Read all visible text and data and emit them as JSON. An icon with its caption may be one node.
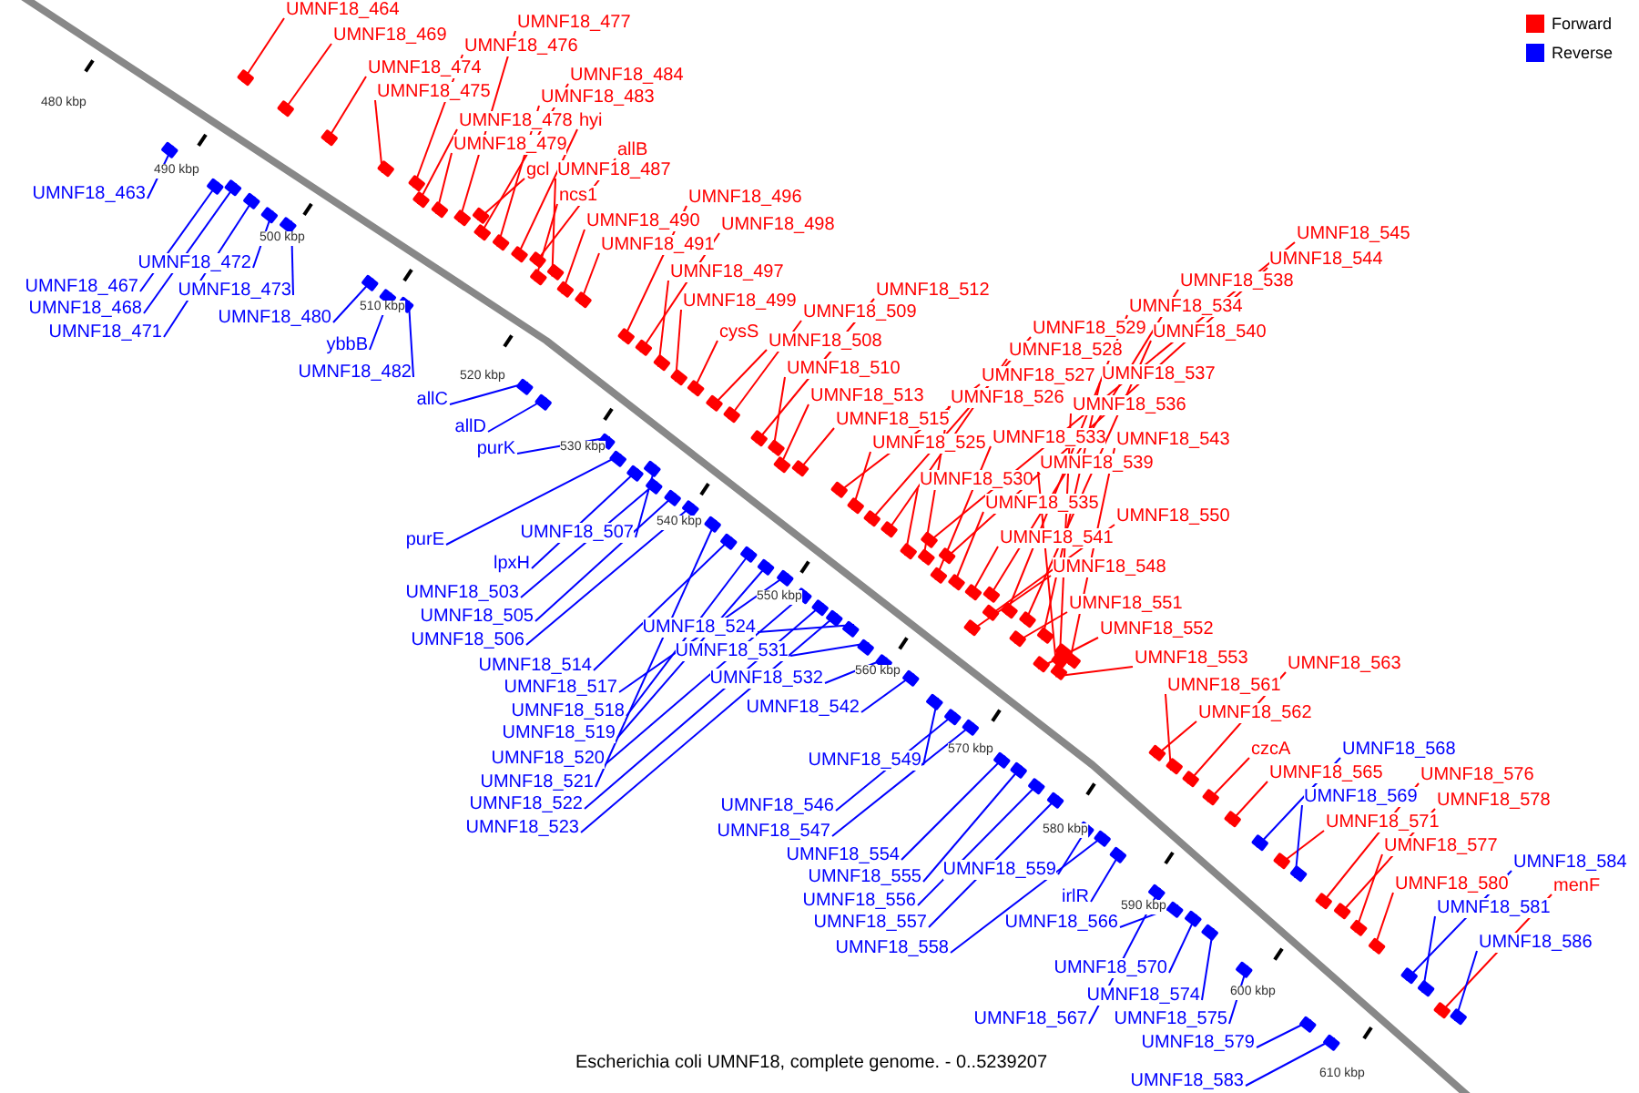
{
  "diagram": {
    "caption": "Escherichia coli UMNF18, complete genome. - 0..5239207",
    "nodes": [
      {
        "text": [
          "UMNF18_464"
        ]
      },
      {
        "text": [
          "UMNF18_469"
        ]
      },
      {
        "text": [
          "UMNF18_474"
        ]
      },
      {
        "text": [
          "UMNF18_475"
        ]
      },
      {
        "text": [
          "UMNF18_477"
        ]
      },
      {
        "text": [
          "UMNF18_476"
        ]
      },
      {
        "text": [
          "UMNF18_484"
        ]
      },
      {
        "text": [
          "UMNF18_483"
        ]
      },
      {
        "text": [
          "UMNF18_478"
        ]
      },
      {
        "text": [
          "hyi"
        ]
      },
      {
        "text": [
          "UMNF18_479"
        ]
      },
      {
        "text": [
          "allB"
        ]
      },
      {
        "text": [
          "gcl"
        ]
      },
      {
        "text": [
          "UMNF18_487"
        ]
      },
      {
        "text": [
          "ncs1"
        ]
      },
      {
        "text": [
          "UMNF18_490"
        ]
      },
      {
        "text": [
          "UMNF18_491"
        ]
      },
      {
        "text": [
          "UMNF18_496"
        ]
      },
      {
        "text": [
          "UMNF18_498"
        ]
      },
      {
        "text": [
          "UMNF18_497"
        ]
      },
      {
        "text": [
          "UMNF18_499"
        ]
      },
      {
        "text": [
          "cysS"
        ]
      },
      {
        "text": [
          "UMNF18_512"
        ]
      },
      {
        "text": [
          "UMNF18_509"
        ]
      },
      {
        "text": [
          "UMNF18_508"
        ]
      },
      {
        "text": [
          "UMNF18_510"
        ]
      },
      {
        "text": [
          "UMNF18_513"
        ]
      },
      {
        "text": [
          "UMNF18_515"
        ]
      },
      {
        "text": [
          "UMNF18_525"
        ]
      },
      {
        "text": [
          "UMNF18_530"
        ]
      },
      {
        "text": [
          "UMNF18_529"
        ]
      },
      {
        "text": [
          "UMNF18_528"
        ]
      },
      {
        "text": [
          "UMNF18_527"
        ]
      },
      {
        "text": [
          "UMNF18_526"
        ]
      },
      {
        "text": [
          "UMNF18_533"
        ]
      },
      {
        "text": [
          "UMNF18_535"
        ]
      },
      {
        "text": [
          "UMNF18_541"
        ]
      },
      {
        "text": [
          "UMNF18_548"
        ]
      },
      {
        "text": [
          "UMNF18_551"
        ]
      },
      {
        "text": [
          "UMNF18_552"
        ]
      },
      {
        "text": [
          "UMNF18_553"
        ]
      },
      {
        "text": [
          "UMNF18_545"
        ]
      },
      {
        "text": [
          "UMNF18_544"
        ]
      },
      {
        "text": [
          "UMNF18_538"
        ]
      },
      {
        "text": [
          "UMNF18_534"
        ]
      },
      {
        "text": [
          "UMNF18_540"
        ]
      },
      {
        "text": [
          "UMNF18_537"
        ]
      },
      {
        "text": [
          "UMNF18_536"
        ]
      },
      {
        "text": [
          "UMNF18_543"
        ]
      },
      {
        "text": [
          "UMNF18_539"
        ]
      },
      {
        "text": [
          "UMNF18_550"
        ]
      },
      {
        "text": [
          "UMNF18_563"
        ]
      },
      {
        "text": [
          "UMNF18_561"
        ]
      },
      {
        "text": [
          "UMNF18_562"
        ]
      },
      {
        "text": [
          "czcA"
        ]
      },
      {
        "text": [
          "UMNF18_565"
        ]
      },
      {
        "text": [
          "UMNF18_576"
        ]
      },
      {
        "text": [
          "UMNF18_578"
        ]
      },
      {
        "text": [
          "UMNF18_571"
        ]
      },
      {
        "text": [
          "UMNF18_577"
        ]
      },
      {
        "text": [
          "UMNF18_580"
        ]
      },
      {
        "text": [
          "menF"
        ]
      },
      {
        "text": [
          "UMNF18_568"
        ]
      },
      {
        "text": [
          "UMNF18_569"
        ]
      },
      {
        "text": [
          "UMNF18_584"
        ]
      },
      {
        "text": [
          "UMNF18_581"
        ]
      },
      {
        "text": [
          "UMNF18_586"
        ]
      },
      {
        "text": [
          "UMNF18_463"
        ]
      },
      {
        "text": [
          "UMNF18_467"
        ]
      },
      {
        "text": [
          "UMNF18_468"
        ]
      },
      {
        "text": [
          "UMNF18_471"
        ]
      },
      {
        "text": [
          "UMNF18_472"
        ]
      },
      {
        "text": [
          "UMNF18_473"
        ]
      },
      {
        "text": [
          "UMNF18_480"
        ]
      },
      {
        "text": [
          "ybbB"
        ]
      },
      {
        "text": [
          "UMNF18_482"
        ]
      },
      {
        "text": [
          "allC"
        ]
      },
      {
        "text": [
          "allD"
        ]
      },
      {
        "text": [
          "purK"
        ]
      },
      {
        "text": [
          "purE"
        ]
      },
      {
        "text": [
          "UMNF18_507"
        ]
      },
      {
        "text": [
          "lpxH"
        ]
      },
      {
        "text": [
          "UMNF18_503"
        ]
      },
      {
        "text": [
          "UMNF18_505"
        ]
      },
      {
        "text": [
          "UMNF18_506"
        ]
      },
      {
        "text": [
          "UMNF18_514"
        ]
      },
      {
        "text": [
          "UMNF18_517"
        ]
      },
      {
        "text": [
          "UMNF18_518"
        ]
      },
      {
        "text": [
          "UMNF18_519"
        ]
      },
      {
        "text": [
          "UMNF18_520"
        ]
      },
      {
        "text": [
          "UMNF18_521"
        ]
      },
      {
        "text": [
          "UMNF18_522"
        ]
      },
      {
        "text": [
          "UMNF18_523"
        ]
      },
      {
        "text": [
          "UMNF18_524"
        ]
      },
      {
        "text": [
          "UMNF18_531"
        ]
      },
      {
        "text": [
          "UMNF18_532"
        ]
      },
      {
        "text": [
          "UMNF18_542"
        ]
      },
      {
        "text": [
          "UMNF18_549"
        ]
      },
      {
        "text": [
          "UMNF18_546"
        ]
      },
      {
        "text": [
          "UMNF18_547"
        ]
      },
      {
        "text": [
          "UMNF18_554"
        ]
      },
      {
        "text": [
          "UMNF18_555"
        ]
      },
      {
        "text": [
          "UMNF18_556"
        ]
      },
      {
        "text": [
          "UMNF18_557"
        ]
      },
      {
        "text": [
          "UMNF18_559"
        ]
      },
      {
        "text": [
          "UMNF18_558"
        ]
      },
      {
        "text": [
          "irlR"
        ]
      },
      {
        "text": [
          "UMNF18_566"
        ]
      },
      {
        "text": [
          "UMNF18_570"
        ]
      },
      {
        "text": [
          "UMNF18_574"
        ]
      },
      {
        "text": [
          "UMNF18_567"
        ]
      },
      {
        "text": [
          "UMNF18_575"
        ]
      },
      {
        "text": [
          "UMNF18_579"
        ]
      },
      {
        "text": [
          "UMNF18_583"
        ]
      },
      {
        "text": [],
        "shape": "box"
      },
      {
        "text": [],
        "shape": "box"
      },
      {
        "text": [],
        "shape": "box"
      },
      {
        "text": [],
        "shape": "box"
      },
      {
        "text": [],
        "shape": "box"
      },
      {
        "text": [],
        "shape": "box"
      },
      {
        "text": [],
        "shape": "box"
      },
      {
        "text": [],
        "shape": "box"
      },
      {
        "text": [],
        "shape": "box"
      },
      {
        "text": [],
        "shape": "box"
      },
      {
        "text": [],
        "shape": "box"
      },
      {
        "text": [],
        "shape": "box"
      },
      {
        "text": [],
        "shape": "box"
      },
      {
        "text": [],
        "shape": "box"
      },
      {
        "text": [],
        "shape": "box"
      },
      {
        "text": [],
        "shape": "box"
      },
      {
        "text": [],
        "shape": "box"
      },
      {
        "text": [],
        "shape": "box"
      },
      {
        "text": [],
        "shape": "box"
      },
      {
        "text": [],
        "shape": "box"
      },
      {
        "text": [],
        "shape": "box"
      },
      {
        "text": [],
        "shape": "box"
      },
      {
        "text": [],
        "shape": "box"
      },
      {
        "text": [],
        "shape": "box"
      },
      {
        "text": [],
        "shape": "box"
      },
      {
        "text": [],
        "shape": "box"
      },
      {
        "text": [],
        "shape": "box"
      },
      {
        "text": [],
        "shape": "box"
      },
      {
        "text": [],
        "shape": "box"
      },
      {
        "text": [],
        "shape": "box"
      },
      {
        "text": [],
        "shape": "box"
      },
      {
        "text": [],
        "shape": "box"
      },
      {
        "text": [],
        "shape": "box"
      },
      {
        "text": [],
        "shape": "box"
      },
      {
        "text": [],
        "shape": "box"
      },
      {
        "text": [],
        "shape": "box"
      },
      {
        "text": [],
        "shape": "box"
      },
      {
        "text": [],
        "shape": "box"
      },
      {
        "text": [],
        "shape": "box"
      },
      {
        "text": [],
        "shape": "box"
      },
      {
        "text": [],
        "shape": "box"
      },
      {
        "text": [],
        "shape": "box"
      },
      {
        "text": [],
        "shape": "box"
      },
      {
        "text": [],
        "shape": "box"
      },
      {
        "text": [],
        "shape": "box"
      },
      {
        "text": [],
        "shape": "box"
      },
      {
        "text": [],
        "shape": "box"
      },
      {
        "text": [],
        "shape": "box"
      },
      {
        "text": [],
        "shape": "box"
      },
      {
        "text": [],
        "shape": "box"
      },
      {
        "text": [],
        "shape": "box"
      },
      {
        "text": [],
        "shape": "box"
      },
      {
        "text": [],
        "shape": "box"
      },
      {
        "text": [],
        "shape": "box"
      },
      {
        "text": [],
        "shape": "box"
      },
      {
        "text": [],
        "shape": "box"
      },
      {
        "text": [],
        "shape": "box"
      },
      {
        "text": [],
        "shape": "box"
      },
      {
        "text": [],
        "shape": "box"
      },
      {
        "text": [],
        "shape": "box"
      },
      {
        "text": [],
        "shape": "box"
      },
      {
        "text": [],
        "shape": "box"
      },
      {
        "text": [],
        "shape": "box"
      },
      {
        "text": [],
        "shape": "box"
      },
      {
        "text": [],
        "shape": "box"
      },
      {
        "text": [],
        "shape": "box"
      },
      {
        "text": [],
        "shape": "box"
      },
      {
        "text": [],
        "shape": "box"
      },
      {
        "text": [],
        "shape": "box"
      },
      {
        "text": [],
        "shape": "box"
      },
      {
        "text": [],
        "shape": "box"
      },
      {
        "text": [],
        "shape": "box"
      },
      {
        "text": [],
        "shape": "box"
      },
      {
        "text": [],
        "shape": "box"
      },
      {
        "text": [],
        "shape": "box"
      },
      {
        "text": [],
        "shape": "box"
      },
      {
        "text": [],
        "shape": "box"
      },
      {
        "text": [],
        "shape": "box"
      },
      {
        "text": [],
        "shape": "box"
      },
      {
        "text": [],
        "shape": "box"
      },
      {
        "text": [],
        "shape": "box"
      },
      {
        "text": [],
        "shape": "box"
      },
      {
        "text": [],
        "shape": "box"
      },
      {
        "text": [],
        "shape": "box"
      },
      {
        "text": [],
        "shape": "box"
      },
      {
        "text": [],
        "shape": "box"
      },
      {
        "text": [],
        "shape": "box"
      },
      {
        "text": [],
        "shape": "box"
      },
      {
        "text": [],
        "shape": "box"
      },
      {
        "text": [],
        "shape": "box"
      },
      {
        "text": [],
        "shape": "box"
      },
      {
        "text": [],
        "shape": "box"
      },
      {
        "text": [],
        "shape": "box"
      },
      {
        "text": [],
        "shape": "box"
      },
      {
        "text": [],
        "shape": "box"
      },
      {
        "text": [],
        "shape": "box"
      },
      {
        "text": [],
        "shape": "box"
      },
      {
        "text": [],
        "shape": "box"
      },
      {
        "text": [],
        "shape": "box"
      },
      {
        "text": [],
        "shape": "box"
      },
      {
        "text": [],
        "shape": "box"
      },
      {
        "text": [],
        "shape": "box"
      },
      {
        "text": [],
        "shape": "box"
      },
      {
        "text": [],
        "shape": "box"
      },
      {
        "text": [],
        "shape": "box"
      },
      {
        "text": [],
        "shape": "box"
      },
      {
        "text": [],
        "shape": "box"
      },
      {
        "text": [],
        "shape": "box"
      },
      {
        "text": [],
        "shape": "box"
      },
      {
        "text": [],
        "shape": "box"
      },
      {
        "text": [],
        "shape": "box"
      },
      {
        "text": [],
        "shape": "box"
      },
      {
        "text": [],
        "shape": "box"
      },
      {
        "text": [],
        "shape": "box"
      }
    ],
    "edges": [
      {
        "from": 0,
        "to": 114,
        "arrow": "none"
      },
      {
        "from": 1,
        "to": 115,
        "arrow": "none"
      },
      {
        "from": 2,
        "to": 116,
        "arrow": "none"
      },
      {
        "from": 3,
        "to": 117,
        "arrow": "none"
      },
      {
        "from": 4,
        "to": 118,
        "arrow": "none"
      },
      {
        "from": 5,
        "to": 119,
        "arrow": "none"
      },
      {
        "from": 6,
        "to": 120,
        "arrow": "none"
      },
      {
        "from": 7,
        "to": 121,
        "arrow": "none"
      },
      {
        "from": 8,
        "to": 122,
        "arrow": "none"
      },
      {
        "from": 9,
        "to": 123,
        "arrow": "none"
      },
      {
        "from": 10,
        "to": 124,
        "arrow": "none"
      },
      {
        "from": 11,
        "to": 125,
        "arrow": "none"
      },
      {
        "from": 12,
        "to": 126,
        "arrow": "none"
      },
      {
        "from": 13,
        "to": 127,
        "arrow": "none"
      },
      {
        "from": 14,
        "to": 128,
        "arrow": "none"
      },
      {
        "from": 15,
        "to": 129,
        "arrow": "none"
      },
      {
        "from": 16,
        "to": 130,
        "arrow": "none"
      },
      {
        "from": 17,
        "to": 131,
        "arrow": "none"
      },
      {
        "from": 18,
        "to": 132,
        "arrow": "none"
      },
      {
        "from": 19,
        "to": 133,
        "arrow": "none"
      },
      {
        "from": 20,
        "to": 134,
        "arrow": "none"
      },
      {
        "from": 21,
        "to": 135,
        "arrow": "none"
      },
      {
        "from": 22,
        "to": 136,
        "arrow": "none"
      },
      {
        "from": 23,
        "to": 137,
        "arrow": "none"
      },
      {
        "from": 24,
        "to": 138,
        "arrow": "none"
      },
      {
        "from": 25,
        "to": 139,
        "arrow": "none"
      },
      {
        "from": 26,
        "to": 140,
        "arrow": "none"
      },
      {
        "from": 27,
        "to": 141,
        "arrow": "none"
      },
      {
        "from": 28,
        "to": 142,
        "arrow": "none"
      },
      {
        "from": 29,
        "to": 143,
        "arrow": "none"
      },
      {
        "from": 30,
        "to": 144,
        "arrow": "none"
      },
      {
        "from": 31,
        "to": 145,
        "arrow": "none"
      },
      {
        "from": 32,
        "to": 146,
        "arrow": "none"
      },
      {
        "from": 33,
        "to": 147,
        "arrow": "none"
      },
      {
        "from": 34,
        "to": 148,
        "arrow": "none"
      },
      {
        "from": 35,
        "to": 149,
        "arrow": "none"
      },
      {
        "from": 36,
        "to": 150,
        "arrow": "none"
      },
      {
        "from": 37,
        "to": 151,
        "arrow": "none"
      },
      {
        "from": 38,
        "to": 152,
        "arrow": "none"
      },
      {
        "from": 39,
        "to": 153,
        "arrow": "none"
      },
      {
        "from": 40,
        "to": 154,
        "arrow": "none"
      },
      {
        "from": 41,
        "to": 155,
        "arrow": "none"
      },
      {
        "from": 42,
        "to": 156,
        "arrow": "none"
      },
      {
        "from": 43,
        "to": 157,
        "arrow": "none"
      },
      {
        "from": 44,
        "to": 158,
        "arrow": "none"
      },
      {
        "from": 45,
        "to": 159,
        "arrow": "none"
      },
      {
        "from": 46,
        "to": 160,
        "arrow": "none"
      },
      {
        "from": 47,
        "to": 161,
        "arrow": "none"
      },
      {
        "from": 48,
        "to": 162,
        "arrow": "none"
      },
      {
        "from": 49,
        "to": 163,
        "arrow": "none"
      },
      {
        "from": 50,
        "to": 164,
        "arrow": "none"
      },
      {
        "from": 51,
        "to": 165,
        "arrow": "none"
      },
      {
        "from": 52,
        "to": 166,
        "arrow": "none"
      },
      {
        "from": 53,
        "to": 167,
        "arrow": "none"
      },
      {
        "from": 54,
        "to": 168,
        "arrow": "none"
      },
      {
        "from": 55,
        "to": 169,
        "arrow": "none"
      },
      {
        "from": 56,
        "to": 170,
        "arrow": "none"
      },
      {
        "from": 57,
        "to": 171,
        "arrow": "none"
      },
      {
        "from": 58,
        "to": 172,
        "arrow": "none"
      },
      {
        "from": 59,
        "to": 173,
        "arrow": "none"
      },
      {
        "from": 60,
        "to": 174,
        "arrow": "none"
      },
      {
        "from": 61,
        "to": 175,
        "arrow": "none"
      },
      {
        "from": 62,
        "to": 176,
        "arrow": "none",
        "color": "#0000ff"
      },
      {
        "from": 63,
        "to": 177,
        "arrow": "none",
        "color": "#0000ff"
      },
      {
        "from": 64,
        "to": 178,
        "arrow": "none",
        "color": "#0000ff"
      },
      {
        "from": 65,
        "to": 179,
        "arrow": "none",
        "color": "#0000ff"
      },
      {
        "from": 66,
        "to": 180,
        "arrow": "none",
        "color": "#0000ff"
      },
      {
        "from": 67,
        "to": 181,
        "arrow": "none",
        "color": "#0000ff"
      },
      {
        "from": 68,
        "to": 182,
        "arrow": "none",
        "color": "#0000ff"
      },
      {
        "from": 69,
        "to": 183,
        "arrow": "none",
        "color": "#0000ff"
      },
      {
        "from": 70,
        "to": 184,
        "arrow": "none",
        "color": "#0000ff"
      },
      {
        "from": 71,
        "to": 185,
        "arrow": "none",
        "color": "#0000ff"
      },
      {
        "from": 72,
        "to": 186,
        "arrow": "none",
        "color": "#0000ff"
      },
      {
        "from": 73,
        "to": 187,
        "arrow": "none",
        "color": "#0000ff"
      },
      {
        "from": 74,
        "to": 188,
        "arrow": "none",
        "color": "#0000ff"
      },
      {
        "from": 75,
        "to": 189,
        "arrow": "none",
        "color": "#0000ff"
      },
      {
        "from": 76,
        "to": 190,
        "arrow": "none",
        "color": "#0000ff"
      },
      {
        "from": 77,
        "to": 191,
        "arrow": "none",
        "color": "#0000ff"
      },
      {
        "from": 78,
        "to": 192,
        "arrow": "none",
        "color": "#0000ff"
      },
      {
        "from": 79,
        "to": 193,
        "arrow": "none",
        "color": "#0000ff"
      },
      {
        "from": 80,
        "to": 194,
        "arrow": "none",
        "color": "#0000ff"
      },
      {
        "from": 81,
        "to": 195,
        "arrow": "none",
        "color": "#0000ff"
      },
      {
        "from": 82,
        "to": 196,
        "arrow": "none",
        "color": "#0000ff"
      },
      {
        "from": 83,
        "to": 197,
        "arrow": "none",
        "color": "#0000ff"
      },
      {
        "from": 84,
        "to": 198,
        "arrow": "none",
        "color": "#0000ff"
      },
      {
        "from": 85,
        "to": 199,
        "arrow": "none",
        "color": "#0000ff"
      },
      {
        "from": 86,
        "to": 200,
        "arrow": "none",
        "color": "#0000ff"
      },
      {
        "from": 87,
        "to": 201,
        "arrow": "none",
        "color": "#0000ff"
      },
      {
        "from": 88,
        "to": 202,
        "arrow": "none",
        "color": "#0000ff"
      },
      {
        "from": 89,
        "to": 203,
        "arrow": "none",
        "color": "#0000ff"
      },
      {
        "from": 90,
        "to": 204,
        "arrow": "none",
        "color": "#0000ff"
      },
      {
        "from": 91,
        "to": 205,
        "arrow": "none",
        "color": "#0000ff"
      },
      {
        "from": 92,
        "to": 206,
        "arrow": "none",
        "color": "#0000ff"
      },
      {
        "from": 93,
        "to": 207,
        "arrow": "none",
        "color": "#0000ff"
      },
      {
        "from": 94,
        "to": 208,
        "arrow": "none",
        "color": "#0000ff"
      },
      {
        "from": 95,
        "to": 209,
        "arrow": "none",
        "color": "#0000ff"
      },
      {
        "from": 96,
        "to": 210,
        "arrow": "none",
        "color": "#0000ff"
      },
      {
        "from": 97,
        "to": 211,
        "arrow": "none",
        "color": "#0000ff"
      },
      {
        "from": 98,
        "to": 212,
        "arrow": "none",
        "color": "#0000ff"
      },
      {
        "from": 99,
        "to": 213,
        "arrow": "none",
        "color": "#0000ff"
      },
      {
        "from": 100,
        "to": 214,
        "arrow": "none",
        "color": "#0000ff"
      },
      {
        "from": 101,
        "to": 215,
        "arrow": "none",
        "color": "#0000ff"
      },
      {
        "from": 102,
        "to": 216,
        "arrow": "none",
        "color": "#0000ff"
      },
      {
        "from": 103,
        "to": 217,
        "arrow": "none",
        "color": "#0000ff"
      },
      {
        "from": 104,
        "to": 218,
        "arrow": "none",
        "color": "#0000ff"
      },
      {
        "from": 105,
        "to": 219,
        "arrow": "none",
        "color": "#0000ff"
      },
      {
        "from": 106,
        "to": 220,
        "arrow": "none",
        "color": "#0000ff"
      },
      {
        "from": 107,
        "to": 221,
        "arrow": "none",
        "color": "#0000ff"
      },
      {
        "from": 108,
        "to": 222,
        "arrow": "none",
        "color": "#0000ff"
      },
      {
        "from": 109,
        "to": 223,
        "arrow": "none",
        "color": "#0000ff"
      },
      {
        "from": 110,
        "to": 224,
        "arrow": "none",
        "color": "#0000ff"
      },
      {
        "from": 111,
        "to": 225,
        "arrow": "none",
        "color": "#0000ff"
      },
      {
        "from": 112,
        "to": 226,
        "arrow": "none",
        "color": "#0000ff"
      },
      {
        "from": 113,
        "to": 227,
        "arrow": "none",
        "color": "#0000ff"
      }
    ],
    "labels": [
      "480 kbp",
      "490 kbp",
      "500 kbp",
      "510 kbp",
      "520 kbp",
      "530 kbp",
      "540 kbp",
      "550 kbp",
      "560 kbp",
      "570 kbp",
      "580 kbp",
      "590 kbp",
      "600 kbp",
      "610 kbp"
    ],
    "legend": [
      {
        "text": "Forward",
        "color": "#ff0000"
      },
      {
        "text": "Reverse",
        "color": "#0000ff"
      }
    ]
  }
}
